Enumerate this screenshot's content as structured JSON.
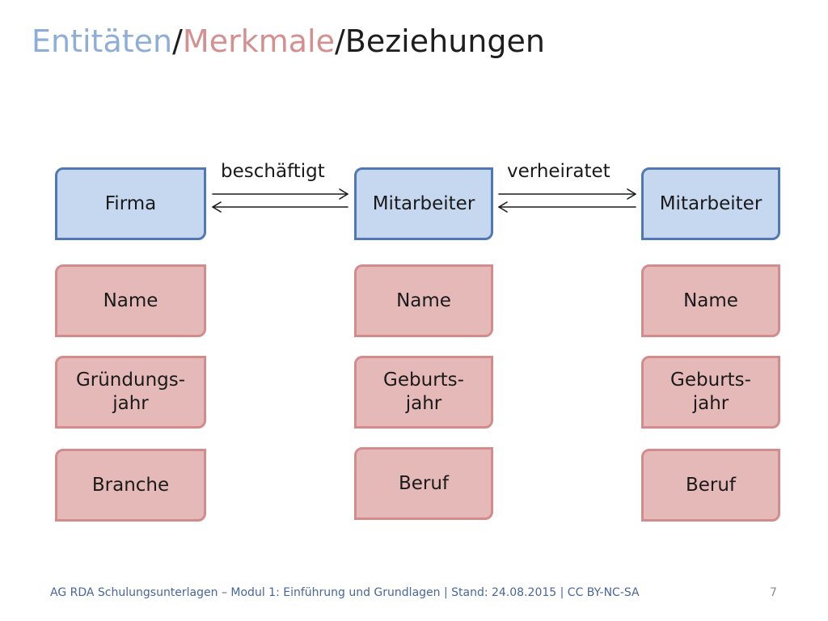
{
  "title": {
    "entities": "Entitäten",
    "sep1": "/",
    "attributes": "Merkmale",
    "sep2": "/",
    "relations": "Beziehungen"
  },
  "columns": [
    {
      "entity": "Firma",
      "attributes": [
        "Name",
        "Gründungs-\njahr",
        "Branche"
      ]
    },
    {
      "entity": "Mitarbeiter",
      "attributes": [
        "Name",
        "Geburts-\njahr",
        "Beruf"
      ]
    },
    {
      "entity": "Mitarbeiter",
      "attributes": [
        "Name",
        "Geburts-\njahr",
        "Beruf"
      ]
    }
  ],
  "relationships": [
    "beschäftigt",
    "verheiratet"
  ],
  "colors": {
    "entity_fill": "#c6d8f0",
    "entity_border": "#4f78b5",
    "attribute_fill": "#e6b9b9",
    "attribute_border": "#d38b8c",
    "title_entities": "#8eaed6",
    "title_attributes": "#d48f90"
  },
  "footer": {
    "text": "AG RDA Schulungsunterlagen – Modul 1: Einführung und Grundlagen | Stand: 24.08.2015 | CC BY-NC-SA",
    "page": "7"
  }
}
